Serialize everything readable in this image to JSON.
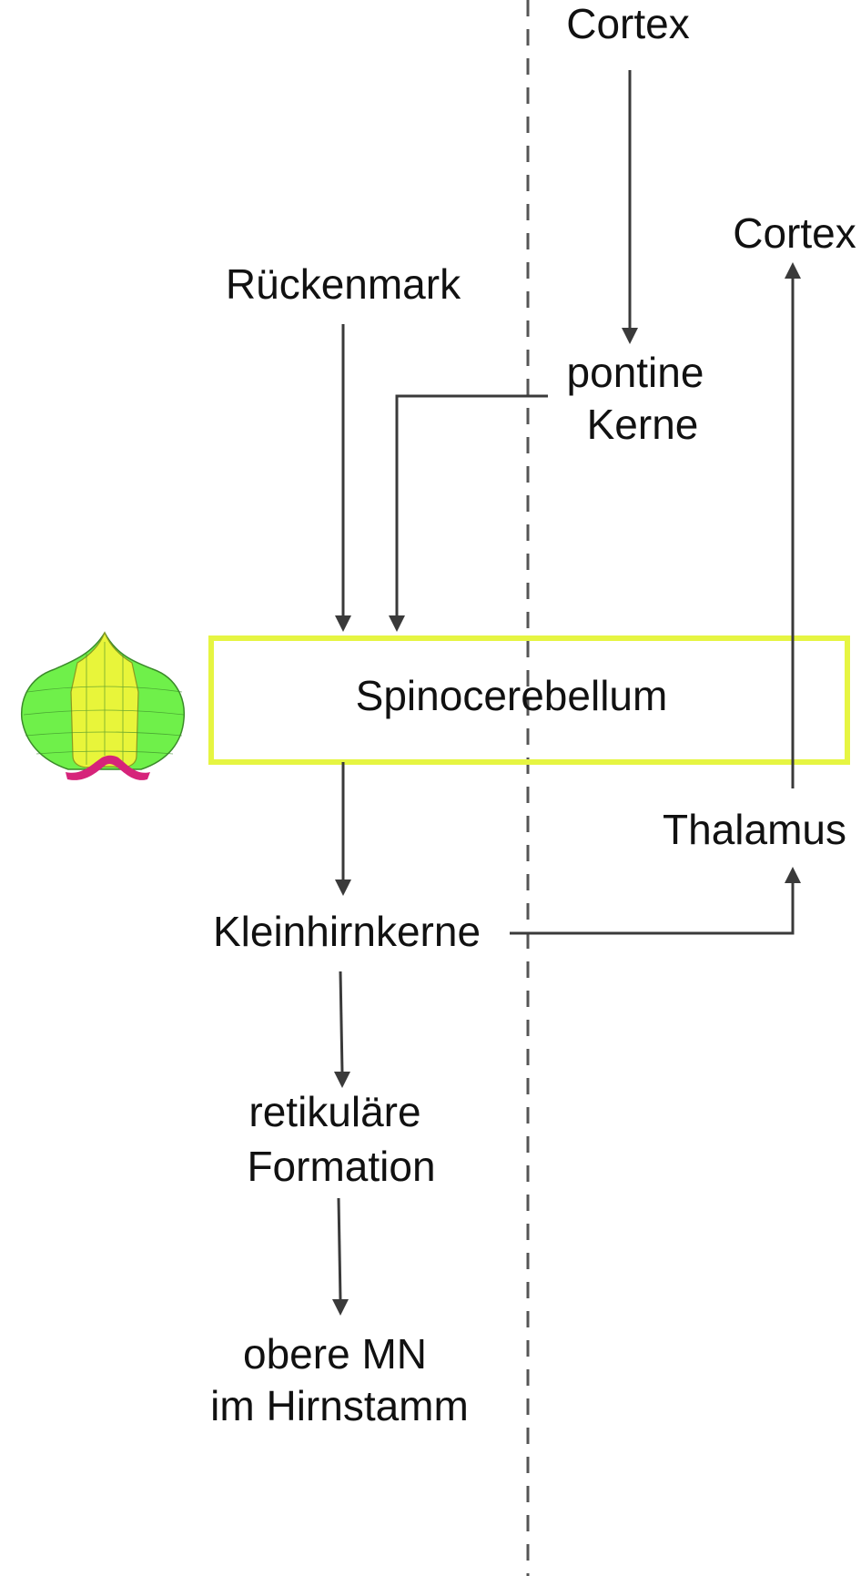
{
  "nodes": {
    "cortex_top": "Cortex",
    "cortex_right": "Cortex",
    "rueckenmark": "Rückenmark",
    "pontine_line1": "pontine",
    "pontine_line2": "Kerne",
    "spinocerebellum": "Spinocerebellum",
    "thalamus": "Thalamus",
    "kleinhirnkerne": "Kleinhirnkerne",
    "retikulaere_line1": "retikuläre",
    "retikulaere_line2": "Formation",
    "obere_mn_line1": "obere MN",
    "obere_mn_line2": "im Hirnstamm"
  },
  "colors": {
    "box_border": "#e6f542",
    "lines": "#3a3a3a",
    "cerebellum_green": "#6ff04a",
    "cerebellum_yellow": "#e8f53a",
    "cerebellum_magenta": "#d6237a",
    "divider": "#555555"
  },
  "icons": {
    "cerebellum": "cerebellum-icon"
  }
}
